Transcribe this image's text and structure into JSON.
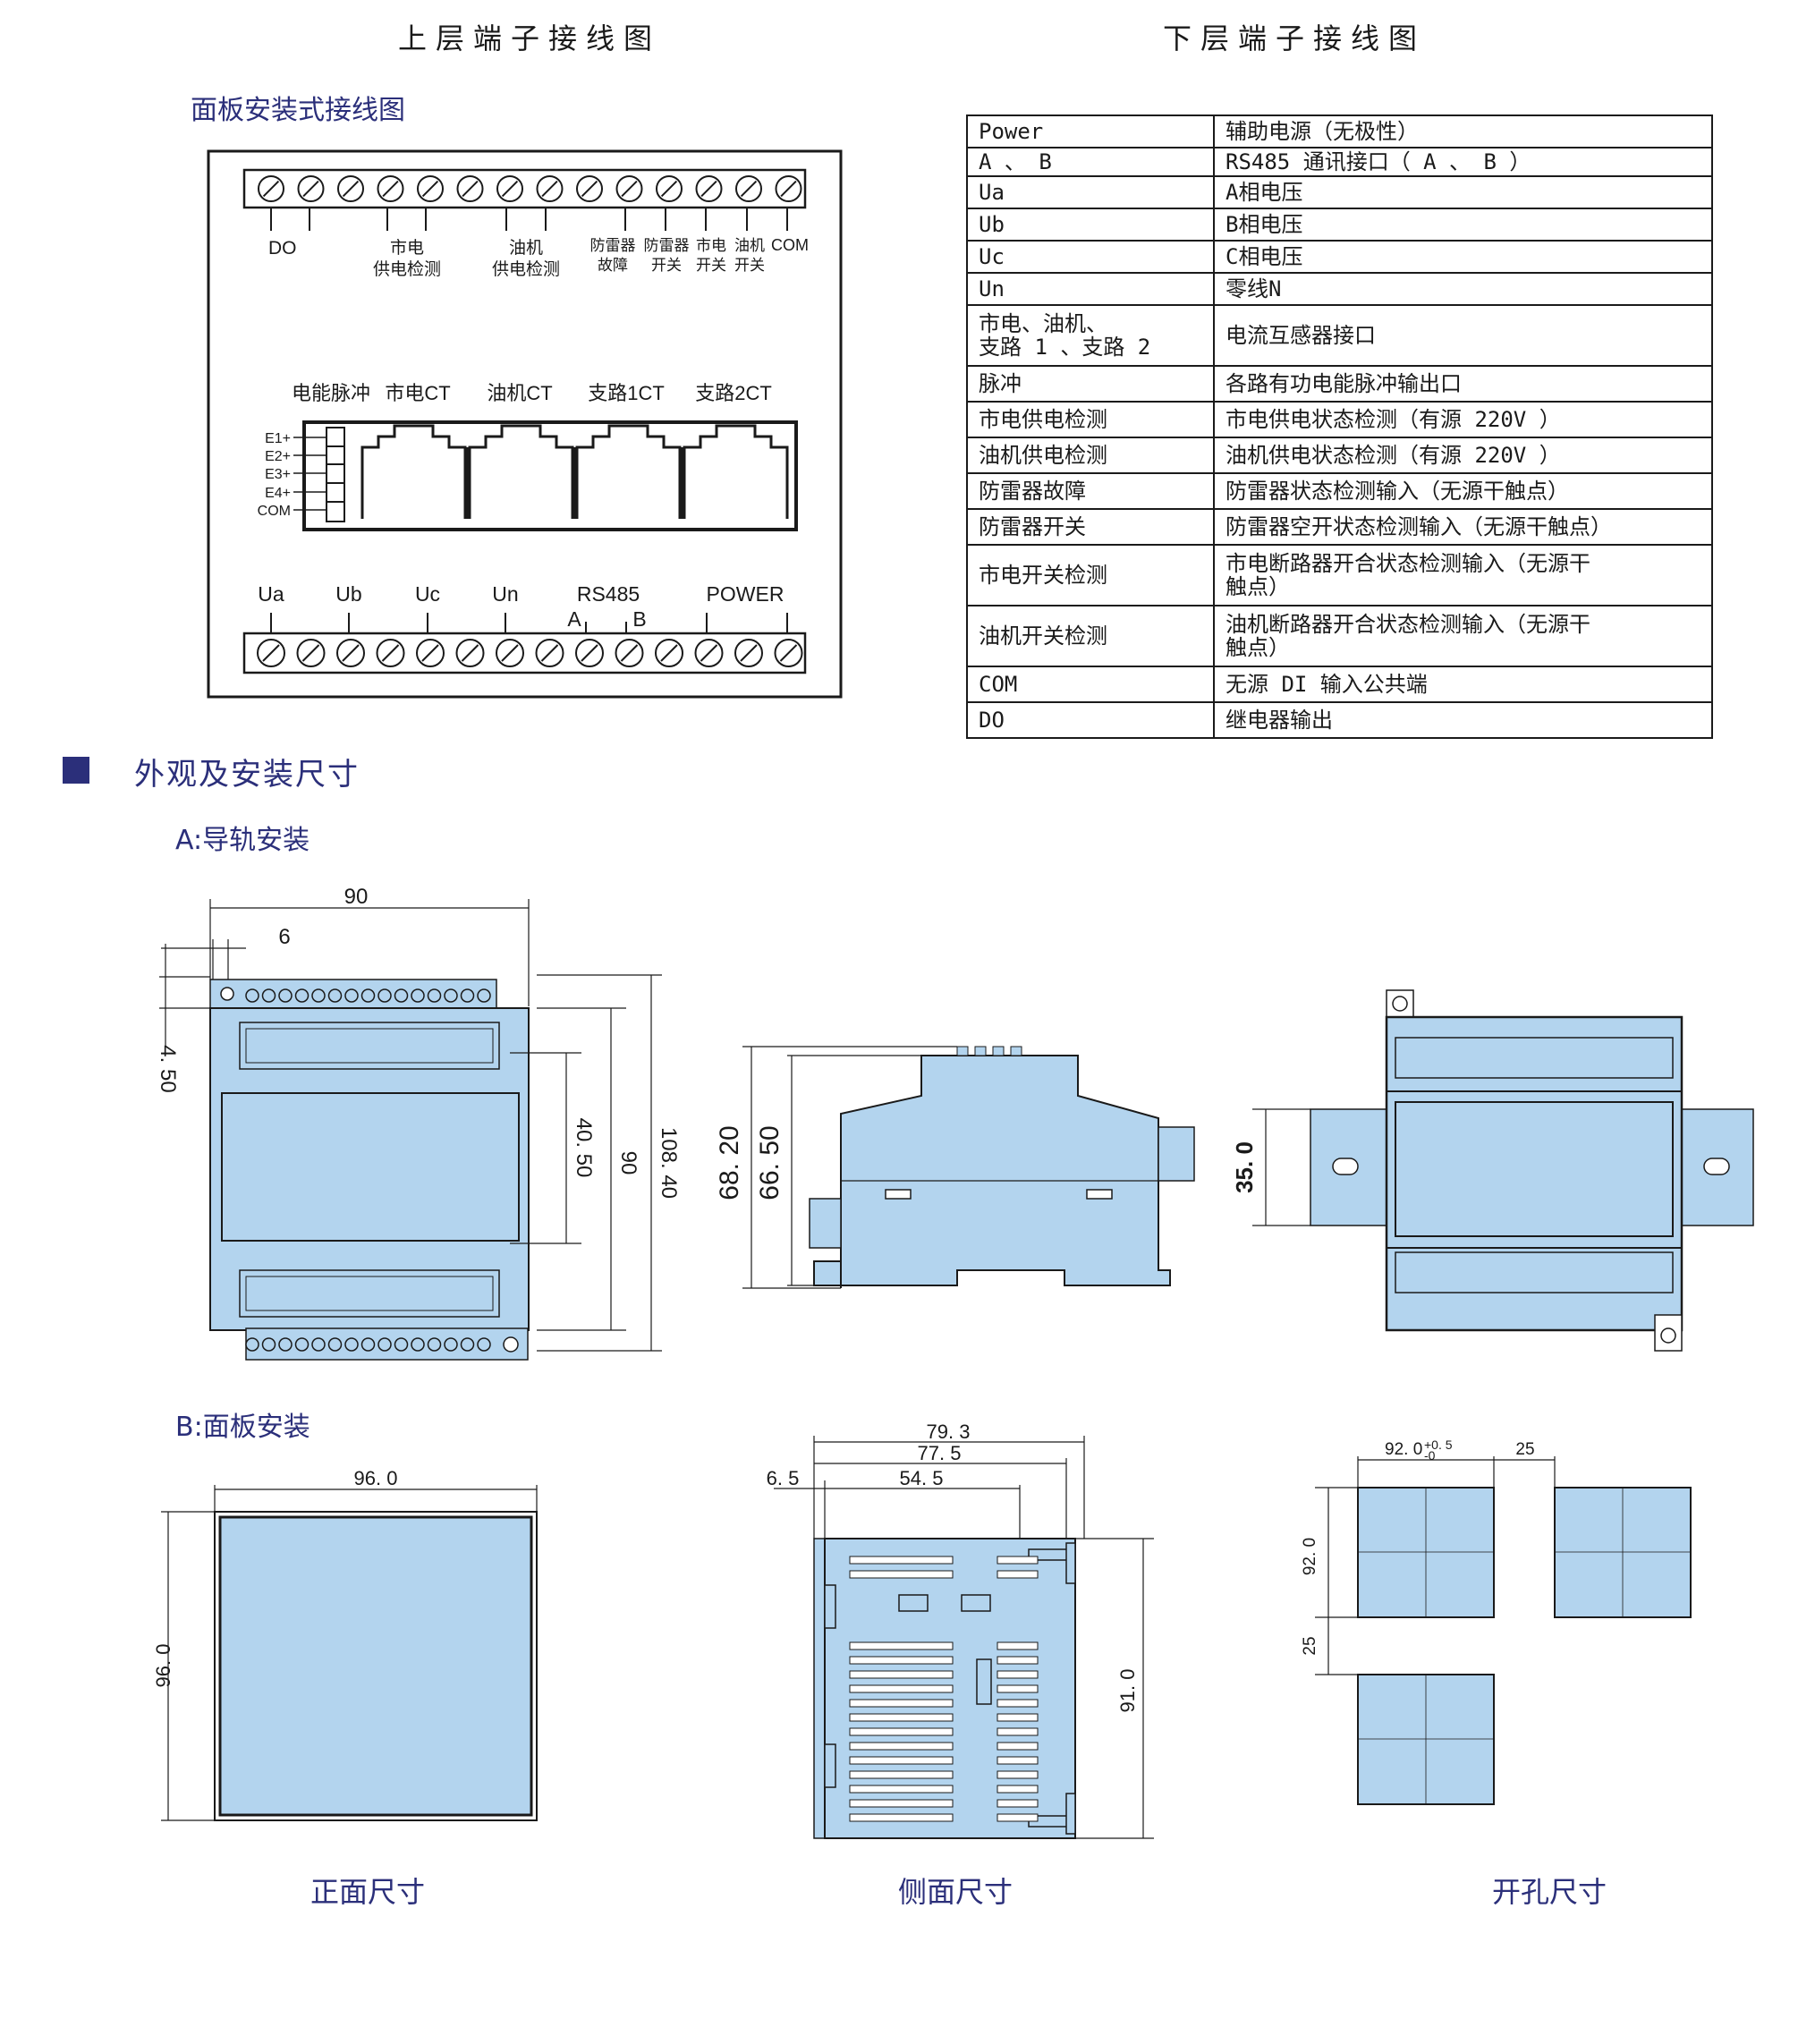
{
  "headers": {
    "upper_wiring": "上层端子接线图",
    "lower_wiring": "下层端子接线图",
    "panel_wiring": "面板安装式接线图"
  },
  "wiring_upper_labels": {
    "do": "DO",
    "mains_line1": "市电",
    "mains_line2": "供电检测",
    "oil_line1": "油机",
    "oil_line2": "供电检测",
    "spd_fault_1": "防雷器",
    "spd_fault_2": "故障",
    "spd_switch_1": "防雷器",
    "spd_switch_2": "开关",
    "mains_sw_1": "市电",
    "mains_sw_2": "开关",
    "oil_sw_1": "油机",
    "oil_sw_2": "开关",
    "com": "COM"
  },
  "wiring_middle_labels": {
    "pulse": "电能脉冲",
    "ct_mains": "市电CT",
    "ct_oil": "油机CT",
    "ct_branch1": "支路1CT",
    "ct_branch2": "支路2CT",
    "e1": "E1+",
    "e2": "E2+",
    "e3": "E3+",
    "e4": "E4+",
    "com": "COM"
  },
  "wiring_lower_labels": {
    "ua": "Ua",
    "ub": "Ub",
    "uc": "Uc",
    "un": "Un",
    "rs485": "RS485",
    "a": "A",
    "b": "B",
    "power": "POWER"
  },
  "legend_rows": [
    {
      "term": "Power",
      "desc": "辅助电源（无极性）"
    },
    {
      "term": "A 、 B",
      "desc": "RS485 通讯接口（ A 、 B ）"
    },
    {
      "term": "Ua",
      "desc": "A相电压"
    },
    {
      "term": "Ub",
      "desc": "B相电压"
    },
    {
      "term": "Uc",
      "desc": "C相电压"
    },
    {
      "term": "Un",
      "desc": "零线N"
    },
    {
      "term": "市电、油机、\n支路 1 、支路 2",
      "desc": "电流互感器接口"
    },
    {
      "term": "脉冲",
      "desc": "各路有功电能脉冲输出口"
    },
    {
      "term": "市电供电检测",
      "desc": "市电供电状态检测（有源 220V ）"
    },
    {
      "term": "油机供电检测",
      "desc": "油机供电状态检测（有源 220V ）"
    },
    {
      "term": "防雷器故障",
      "desc": "防雷器状态检测输入（无源干触点）"
    },
    {
      "term": "防雷器开关",
      "desc": "防雷器空开状态检测输入（无源干触点）"
    },
    {
      "term": "市电开关检测",
      "desc": "市电断路器开合状态检测输入（无源干\n触点）"
    },
    {
      "term": "油机开关检测",
      "desc": "油机断路器开合状态检测输入（无源干\n触点）"
    },
    {
      "term": "COM",
      "desc": "无源 DI 输入公共端"
    },
    {
      "term": "DO",
      "desc": "继电器输出"
    }
  ],
  "section_appearance": "外观及安装尺寸",
  "section_a": "A:导轨安装",
  "section_b": "B:面板安装",
  "rail_dims": {
    "width": "90",
    "pitch": "6",
    "offset": "4. 50",
    "inner": "40. 50",
    "body_h": "90",
    "total_h": "108. 40",
    "side_h1": "68. 20",
    "side_h2": "66. 50",
    "rail_w": "35. 0"
  },
  "panel_dims": {
    "front_w": "96. 0",
    "front_h": "96. 0",
    "side_d1": "79. 3",
    "side_d2": "77. 5",
    "side_d3": "54. 5",
    "side_d4": "6. 5",
    "side_h": "91. 0",
    "cut_w": "92. 0",
    "cut_tol_top": "+0. 5",
    "cut_tol_bot": "-0",
    "cut_gap_h": "25",
    "cut_h": "92. 0",
    "cut_gap_v": "25"
  },
  "captions": {
    "front": "正面尺寸",
    "side": "侧面尺寸",
    "cutout": "开孔尺寸"
  },
  "colors": {
    "device_fill": "#b3d4ee",
    "accent_blue": "#2b2f7a",
    "line": "#1a1a1a"
  }
}
